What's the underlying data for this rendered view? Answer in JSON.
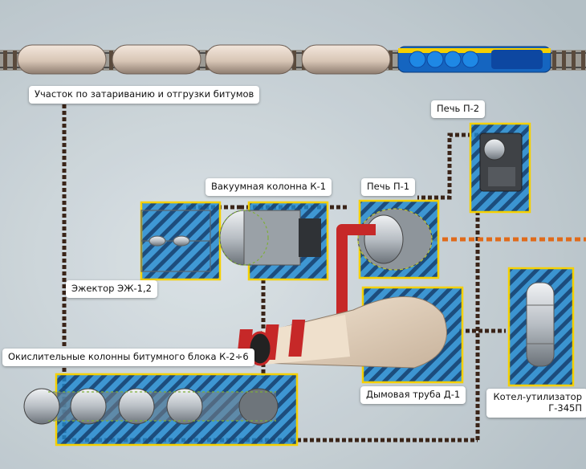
{
  "labels": {
    "loading_area": "Участок по затариванию и отгрузки битумов",
    "furnace_p2": "Печь П-2",
    "vacuum_column": "Вакуумная колонна К-1",
    "furnace_p1": "Печь П-1",
    "ejector": "Эжектор ЭЖ-1,2",
    "oxidation_columns": "Окислительные колонны битумного блока К-2÷6",
    "chimney": "Дымовая труба Д-1",
    "boiler_line1": "Котел-утилизатор",
    "boiler_line2": "Г-345П"
  },
  "colors": {
    "zone_fill": "#1e88d0",
    "zone_border": "#f5d000",
    "flow_line": "#3a2418",
    "gas_line": "#e06a1a",
    "locomotive": "#1565c0",
    "chimney_red": "#c62828"
  }
}
